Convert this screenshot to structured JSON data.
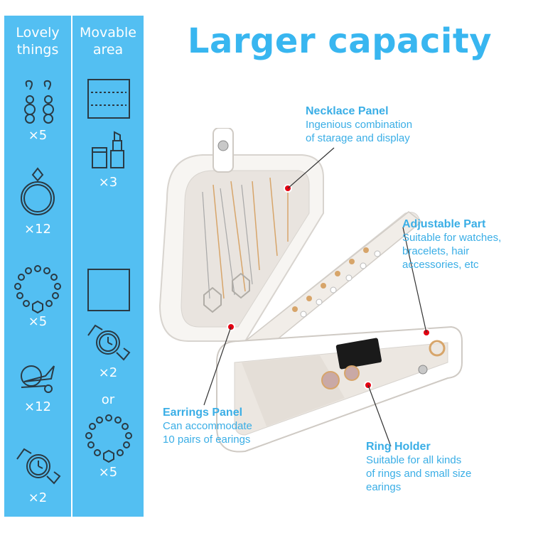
{
  "title": "Larger capacity",
  "sidebar": {
    "left": {
      "title": "Lovely things",
      "counts": [
        "×5",
        "×12",
        "×5",
        "×12",
        "×2"
      ]
    },
    "right": {
      "title": "Movable area",
      "counts": [
        "×3",
        "×2",
        "×5"
      ],
      "or": "or"
    }
  },
  "callouts": {
    "necklace": {
      "title": "Necklace Panel",
      "lines": [
        "Ingenious combination",
        "of starage and display"
      ]
    },
    "adjustable": {
      "title": "Adjustable Part",
      "lines": [
        "Suitable for watches,",
        "bracelets, hair",
        "accessories, etc"
      ]
    },
    "earrings": {
      "title": "Earrings Panel",
      "lines": [
        "Can accommodate",
        "10 pairs of earings"
      ]
    },
    "ring": {
      "title": "Ring Holder",
      "lines": [
        "Suitable for all kinds",
        "of rings and small size",
        "earings"
      ]
    }
  },
  "colors": {
    "sidebar": "#53bff2",
    "title": "#38b6f0",
    "callout": "#3aaee6"
  }
}
